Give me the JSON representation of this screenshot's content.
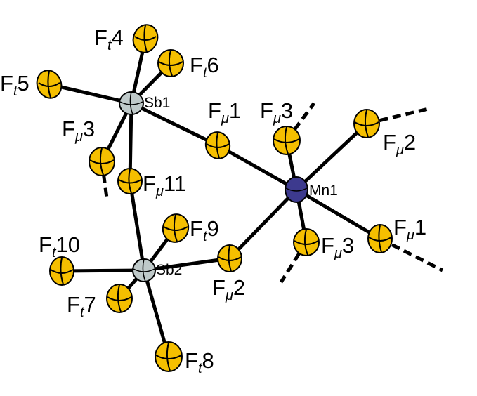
{
  "atoms": {
    "sb1": {
      "label": "Sb1",
      "element": "Sb",
      "color": "#bfc9c9"
    },
    "sb2": {
      "label": "Sb2",
      "element": "Sb",
      "color": "#bfc9c9"
    },
    "mn1": {
      "label": "Mn1",
      "element": "Mn",
      "color": "#3d3a8e"
    },
    "ft4": {
      "main": "F",
      "sub": "t",
      "num": "4"
    },
    "ft5": {
      "main": "F",
      "sub": "t",
      "num": "5"
    },
    "ft6": {
      "main": "F",
      "sub": "t",
      "num": "6"
    },
    "fu3a": {
      "main": "F",
      "sub": "μ",
      "num": "3"
    },
    "fu1a": {
      "main": "F",
      "sub": "μ",
      "num": "1"
    },
    "fu3b": {
      "main": "F",
      "sub": "μ",
      "num": "3"
    },
    "fu2a": {
      "main": "F",
      "sub": "μ",
      "num": "2"
    },
    "fu11": {
      "main": "F",
      "sub": "μ",
      "num": "11"
    },
    "ft9": {
      "main": "F",
      "sub": "t",
      "num": "9"
    },
    "ft10": {
      "main": "F",
      "sub": "t",
      "num": "10"
    },
    "fu1b": {
      "main": "F",
      "sub": "μ",
      "num": "1"
    },
    "fu3c": {
      "main": "F",
      "sub": "μ",
      "num": "3"
    },
    "fu2b": {
      "main": "F",
      "sub": "μ",
      "num": "2"
    },
    "ft7": {
      "main": "F",
      "sub": "t",
      "num": "7"
    },
    "ft8": {
      "main": "F",
      "sub": "t",
      "num": "8"
    }
  },
  "colors": {
    "fluorine": "#f5bf00",
    "bond": "#000000"
  }
}
